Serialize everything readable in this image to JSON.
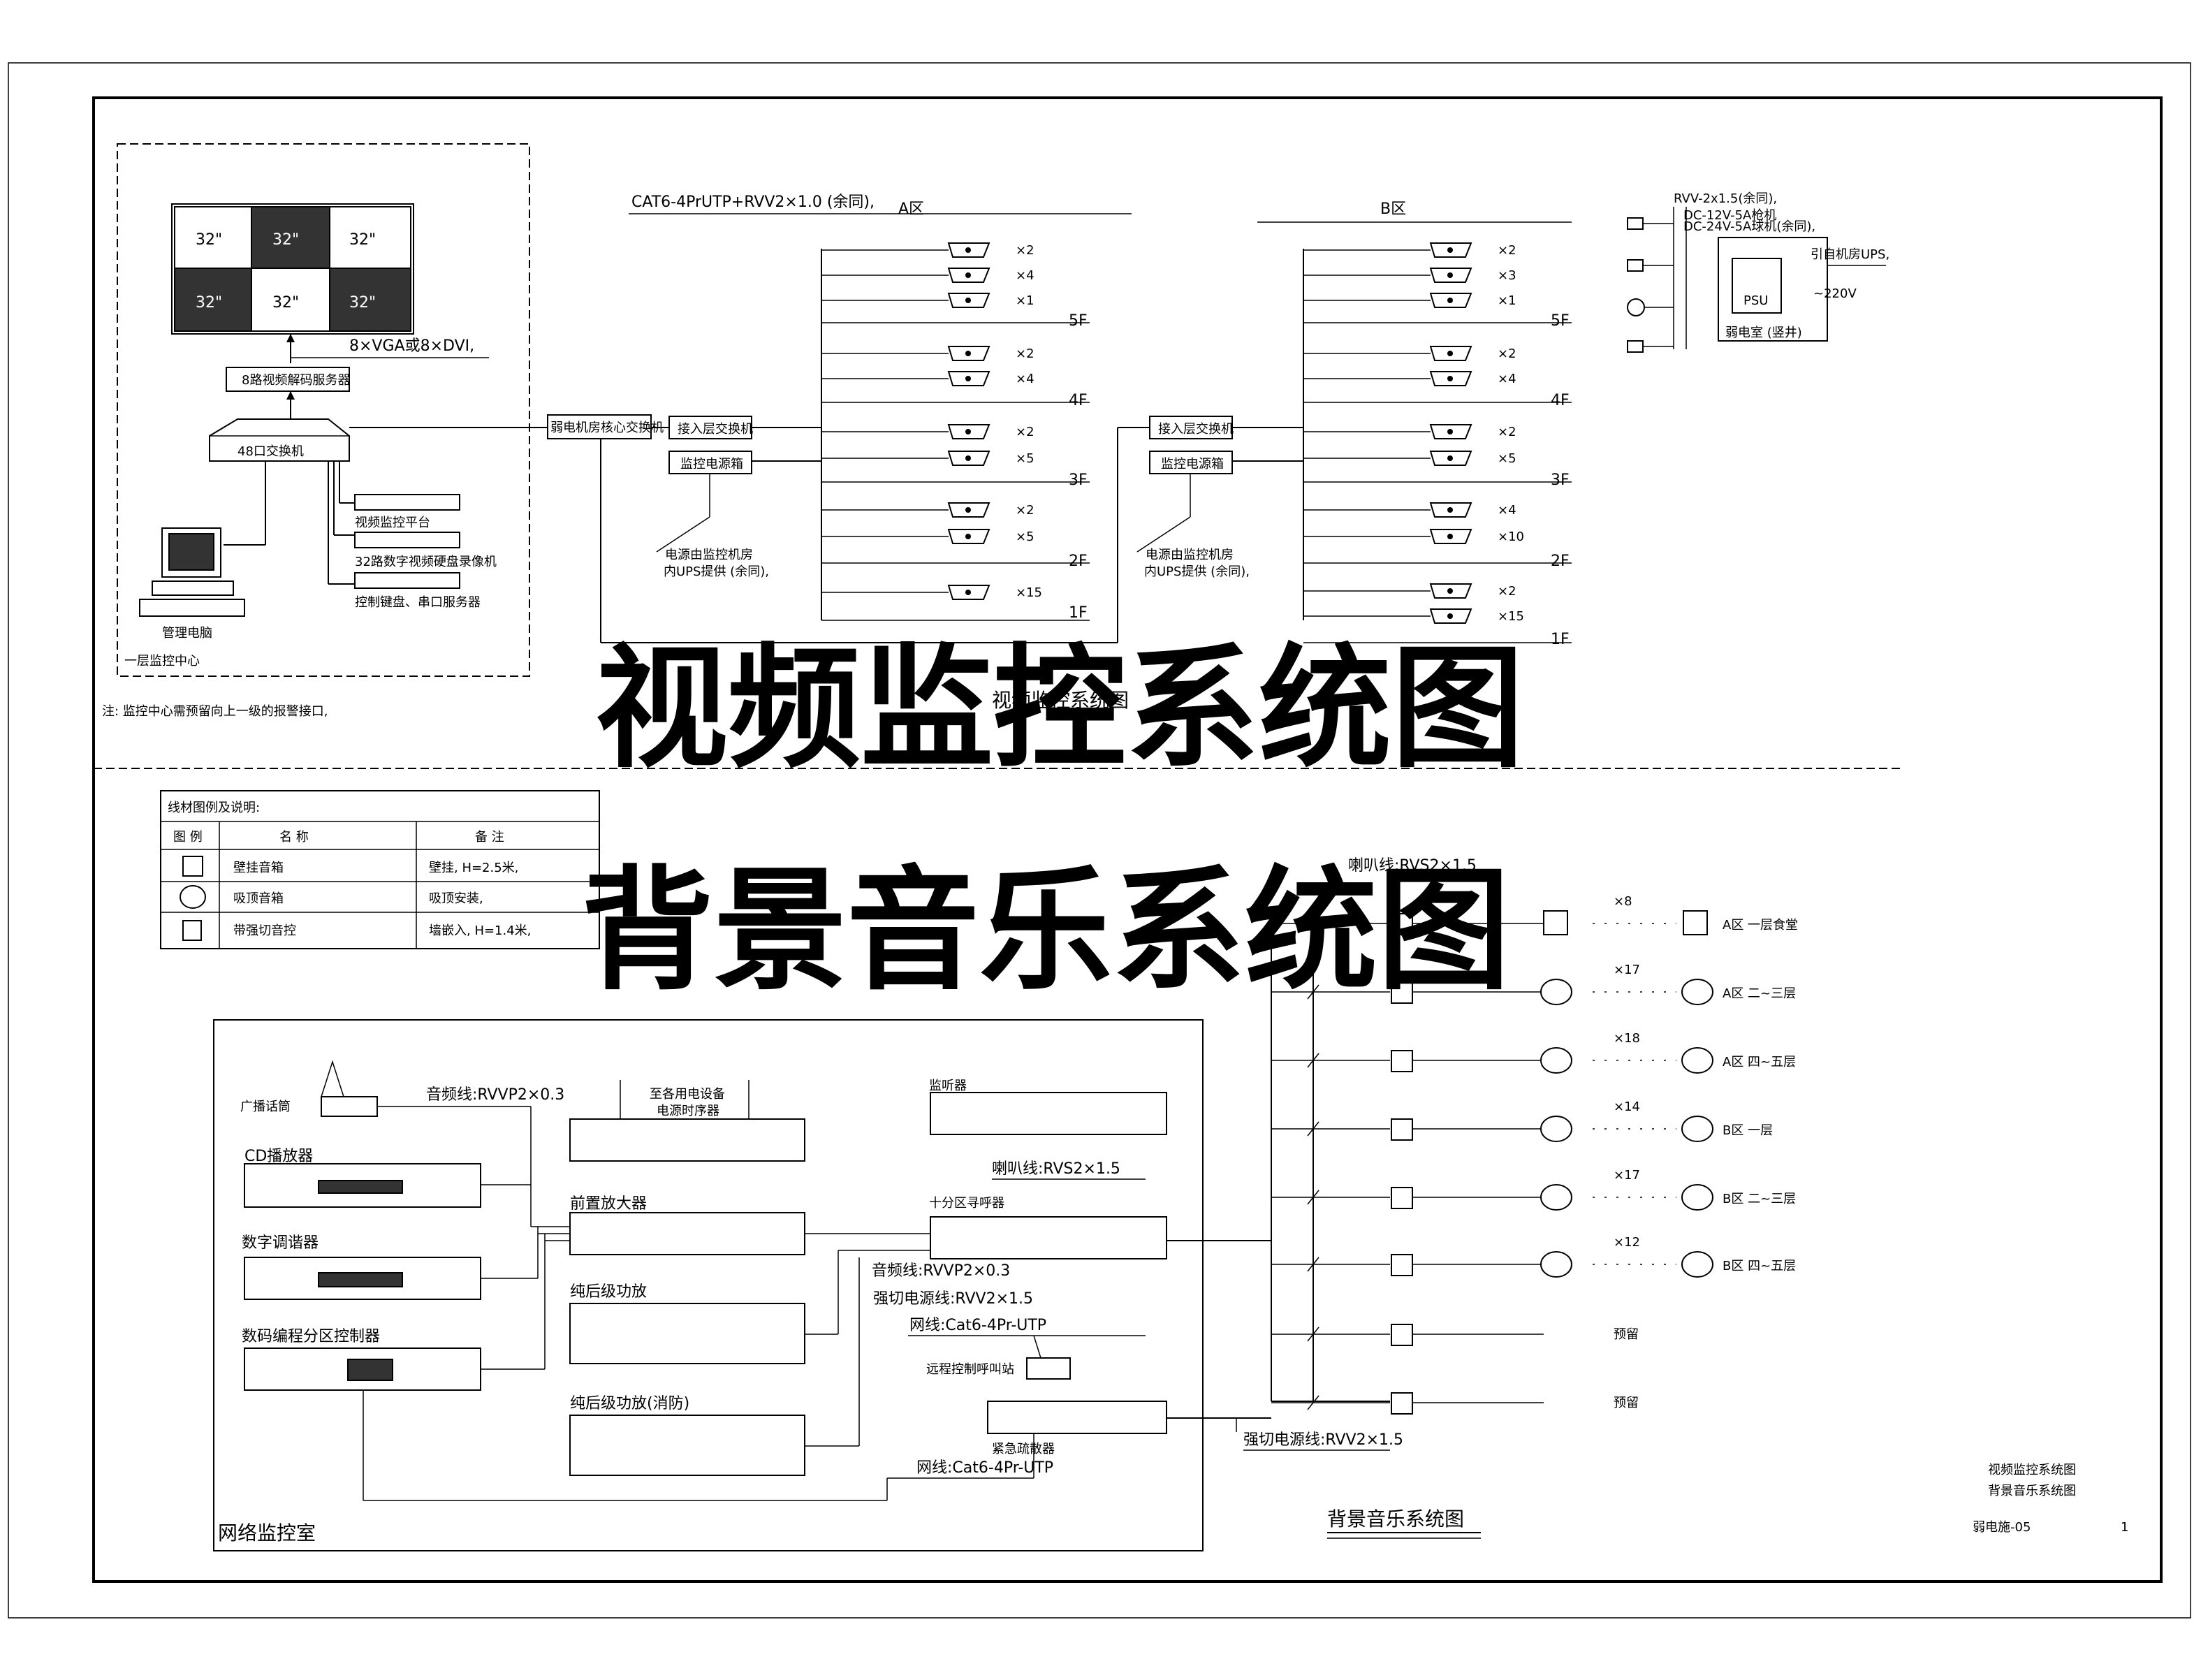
{
  "overlay": {
    "title_video": "视频监控系统图",
    "title_music": "背景音乐系统图"
  },
  "video": {
    "monitor_center": "一层监控中心",
    "wall_labels": [
      "32\"",
      "32\"",
      "32\"",
      "32\"",
      "32\"",
      "32\""
    ],
    "vga_note": "8×VGA或8×DVI,",
    "decoder": "8路视频解码服务器",
    "switch48": "48口交换机",
    "platform": "视频监控平台",
    "recorder": "32路数字视频硬盘录像机",
    "keyboard": "控制键盘、串口服务器",
    "pc": "管理电脑",
    "note": "注: 监控中心需预留向上一级的报警接口,",
    "core_switch": "弱电机房核心交换机",
    "cable_note": "CAT6-4PrUTP+RVV2×1.0 (余同),",
    "zone_a": "A区",
    "zone_b": "B区",
    "access_a": "接入层交换机",
    "power_a": "监控电源箱",
    "ups_a1": "电源由监控机房",
    "ups_a2": "内UPS提供 (余同),",
    "access_b": "接入层交换机",
    "power_b": "监控电源箱",
    "ups_b1": "电源由监控机房",
    "ups_b2": "内UPS提供 (余同),",
    "floors": [
      "5F",
      "4F",
      "3F",
      "2F",
      "1F"
    ],
    "a_counts": [
      "×2",
      "×4",
      "×1",
      "×2",
      "×4",
      "×2",
      "×5",
      "×2",
      "×5",
      "×15"
    ],
    "b_counts": [
      "×2",
      "×3",
      "×1",
      "×2",
      "×4",
      "×2",
      "×5",
      "×4",
      "×10",
      "×2",
      "×15"
    ],
    "subtitle_small": "视频监控系统图",
    "psu": {
      "cable": "RVV-2x1.5(余同),",
      "dc12": "DC-12V-5A枪机",
      "dc24": "DC-24V-5A球机(余同),",
      "ups": "引自机房UPS,",
      "v220": "~220V",
      "psu": "PSU",
      "room": "弱电室 (竖井)"
    }
  },
  "music": {
    "legend": {
      "title": "线材图例及说明:",
      "headers": [
        "图 例",
        "名 称",
        "备 注"
      ],
      "rows": [
        {
          "name": "壁挂音箱",
          "remark": "壁挂, H=2.5米,"
        },
        {
          "name": "吸顶音箱",
          "remark": "吸顶安装,"
        },
        {
          "name": "带强切音控",
          "remark": "墙嵌入, H=1.4米,"
        }
      ]
    },
    "room": "网络监控室",
    "mic": "广播话筒",
    "cd": "CD播放器",
    "tuner": "数字调谐器",
    "zone_ctrl": "数码编程分区控制器",
    "mic_cable": "音频线:RVVP2×0.3",
    "power_seq1": "至各用电设备",
    "power_seq2": "电源时序器",
    "preamp": "前置放大器",
    "amp1": "纯后级功放",
    "amp2": "纯后级功放(消防)",
    "monitor": "监听器",
    "zone_sel": "十分区寻呼器",
    "spk_cable": "喇叭线:RVS2×1.5",
    "audio_cable": "音频线:RVVP2×0.3",
    "power_cable": "强切电源线:RVV2×1.5",
    "net_cable": "网线:Cat6-4Pr-UTP",
    "remote": "远程控制呼叫站",
    "emergency": "紧急疏散器",
    "net_cable2": "网线:Cat6-4Pr-UTP",
    "cut_cable": "强切电源线:RVV2×1.5",
    "spk_cable_top": "喇叭线:RVS2×1.5",
    "zones": [
      {
        "count": "×8",
        "label": "A区 一层食堂"
      },
      {
        "count": "×17",
        "label": "A区 二~三层"
      },
      {
        "count": "×18",
        "label": "A区 四~五层"
      },
      {
        "count": "×14",
        "label": "B区 一层"
      },
      {
        "count": "×17",
        "label": "B区 二~三层"
      },
      {
        "count": "×12",
        "label": "B区 四~五层"
      },
      {
        "count": "",
        "label": "预留"
      },
      {
        "count": "",
        "label": "预留"
      }
    ],
    "subtitle": "背景音乐系统图"
  },
  "titleblock": {
    "line1": "视频监控系统图",
    "line2": "背景音乐系统图",
    "drawing_no": "弱电施-05",
    "sheet": "1"
  }
}
